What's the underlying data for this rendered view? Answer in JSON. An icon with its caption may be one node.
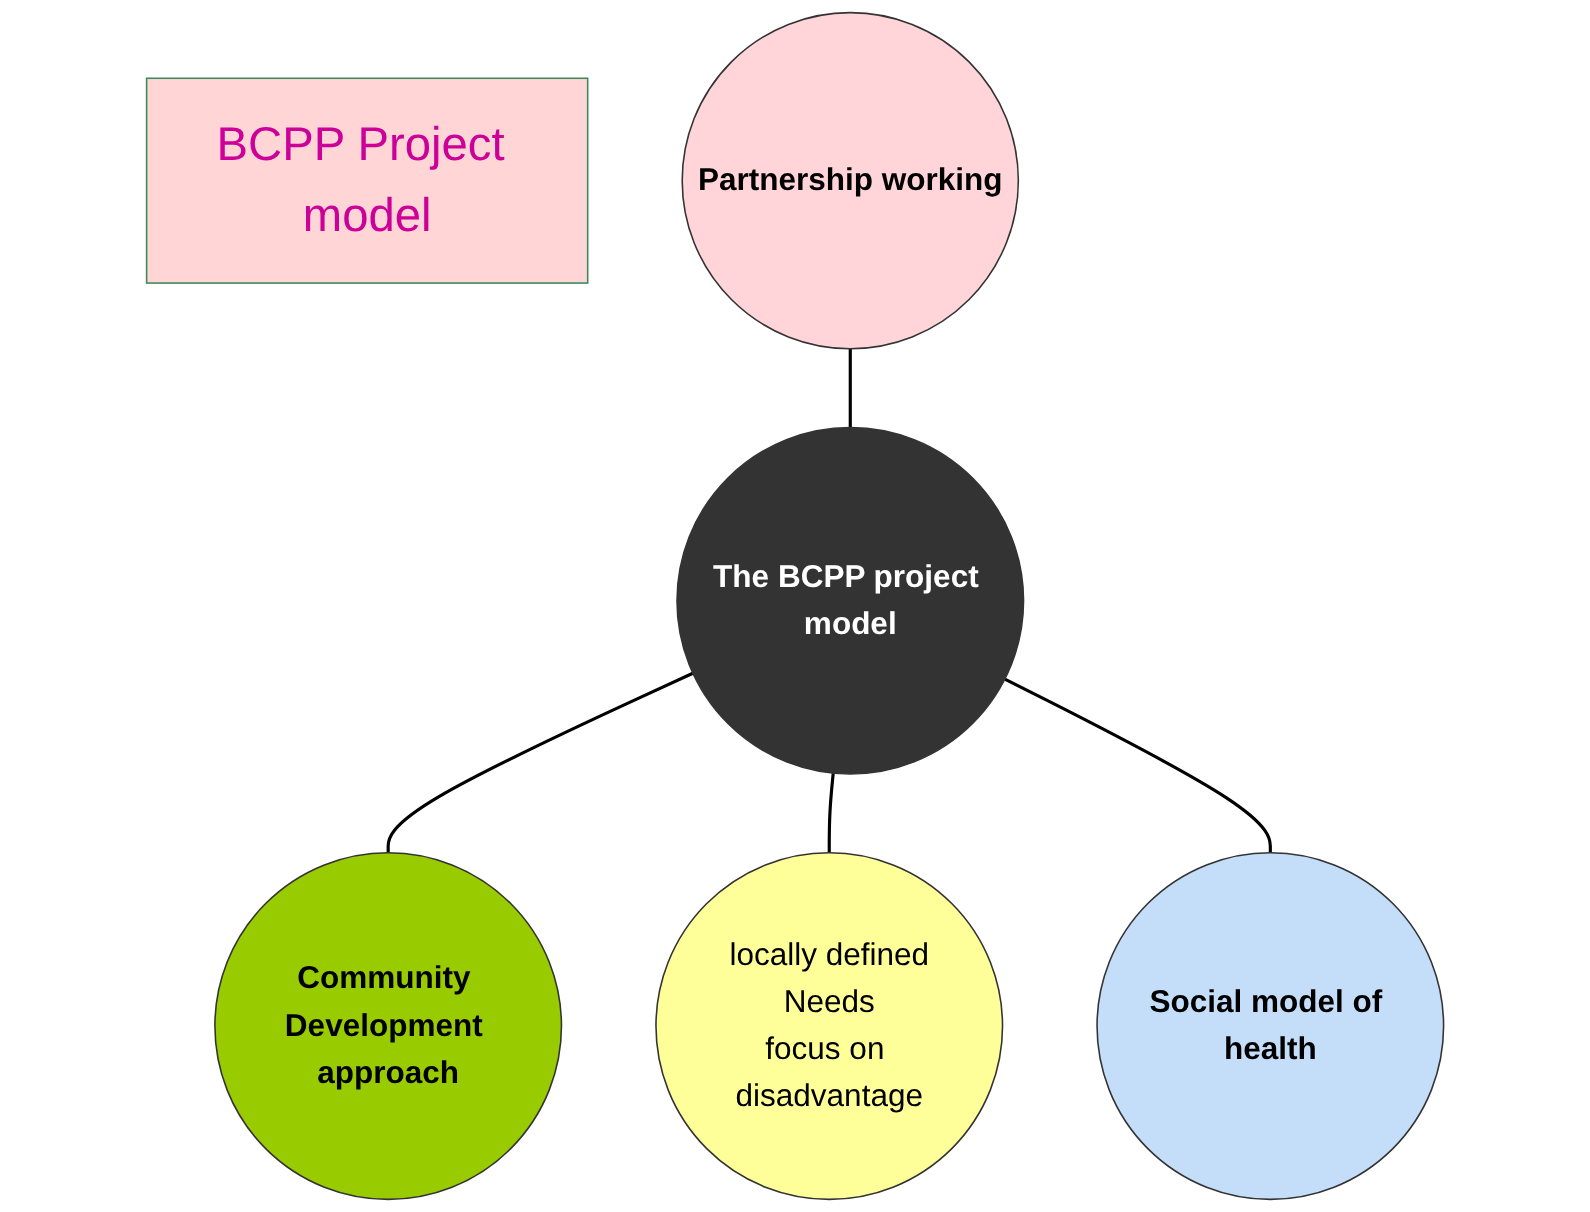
{
  "diagram": {
    "nodes": [
      {
        "text": [
          "BCPP Project model"
        ]
      },
      {
        "text": [
          "Partnership working"
        ]
      },
      {
        "text": [
          "The BCPP project model"
        ]
      },
      {
        "text": [
          "Community Development approach"
        ]
      },
      {
        "text": [
          "locally defined",
          "Needs",
          "focus on disadvantage"
        ]
      },
      {
        "text": [
          "Social model of health"
        ]
      }
    ],
    "edges": [
      {
        "from": 2,
        "to": 1,
        "arrow": "none"
      },
      {
        "from": 2,
        "to": 3,
        "arrow": "none"
      },
      {
        "from": 2,
        "to": 4,
        "arrow": "none"
      },
      {
        "from": 2,
        "to": 5,
        "arrow": "none"
      }
    ]
  }
}
